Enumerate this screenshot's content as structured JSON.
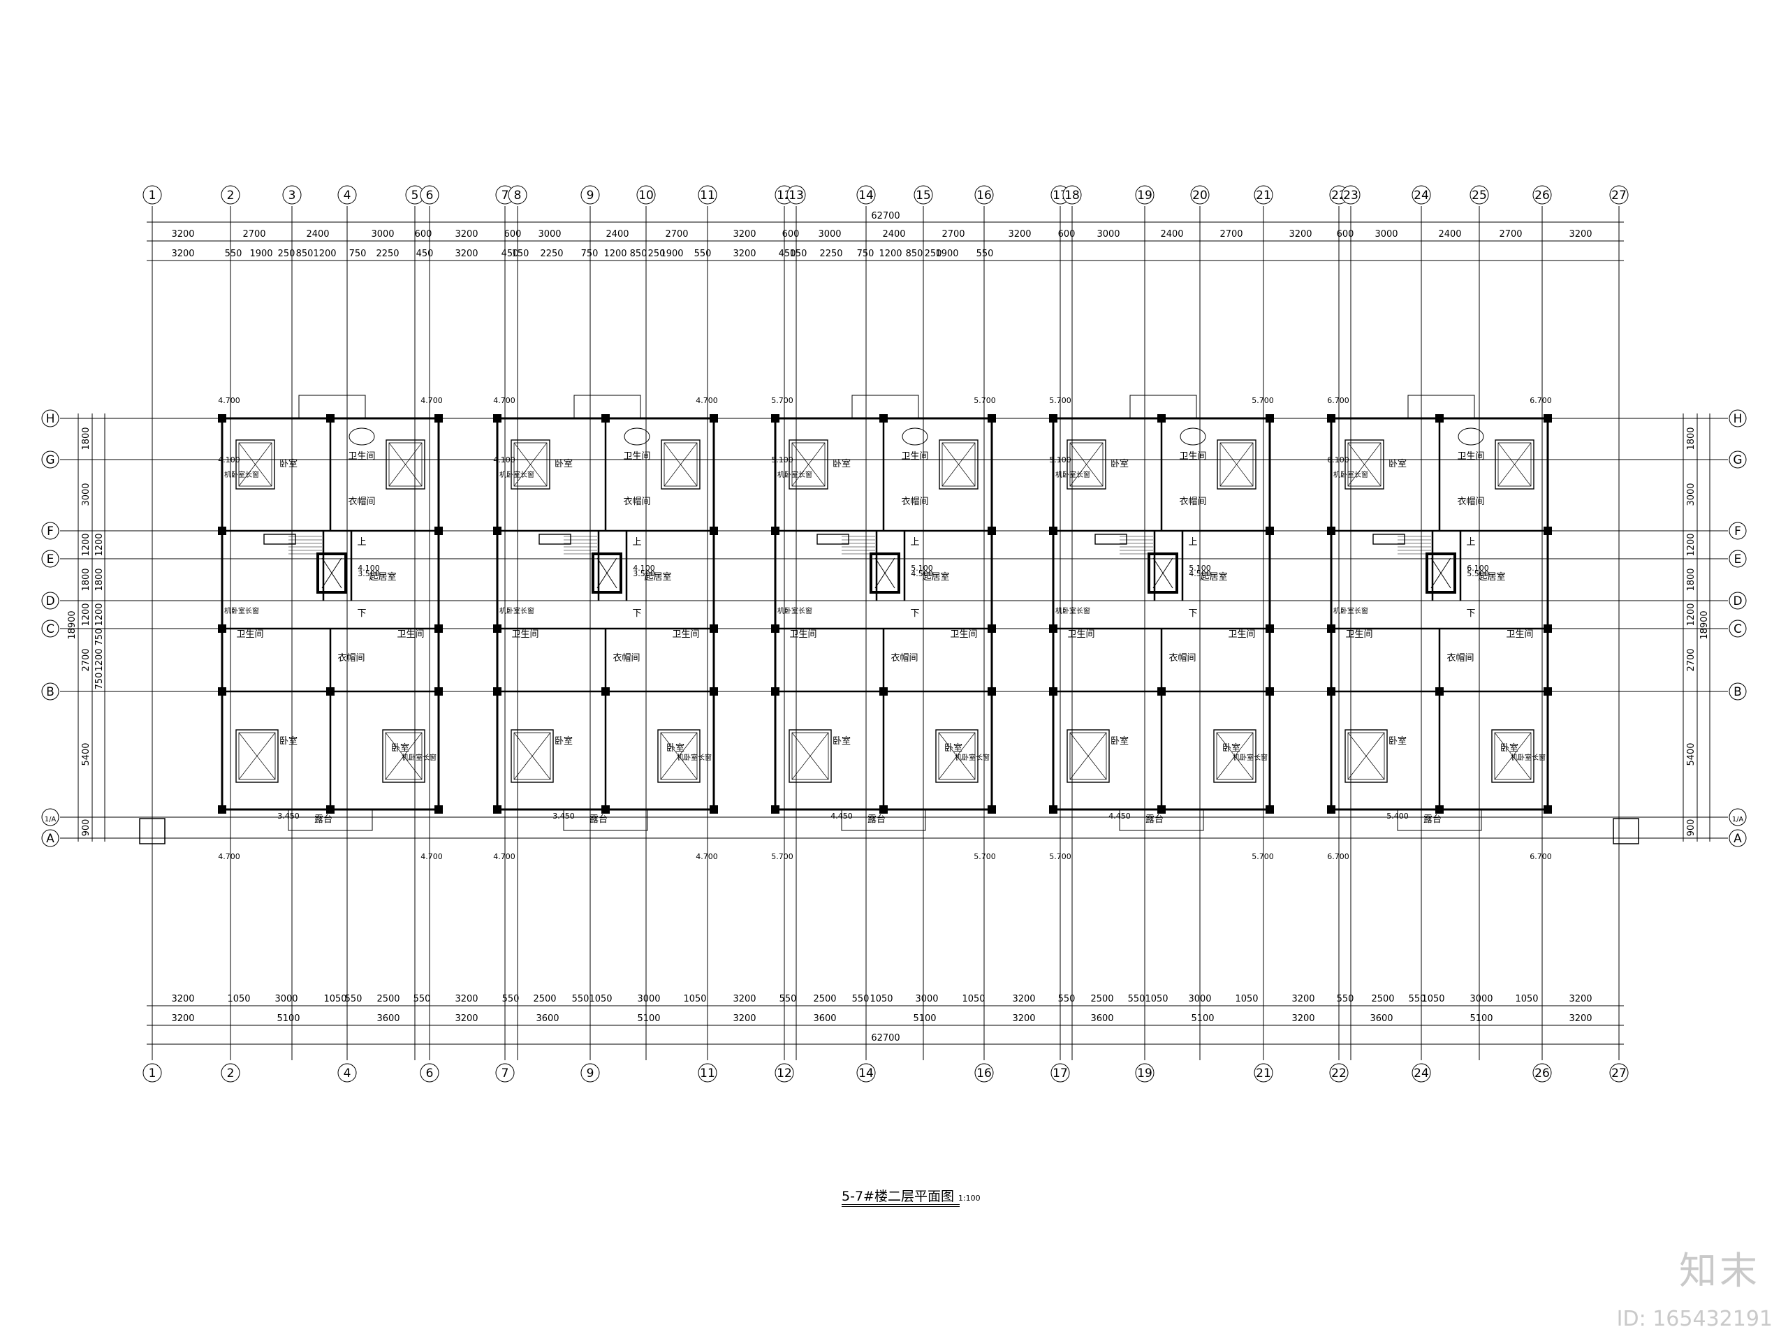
{
  "drawing": {
    "title": "5-7#楼二层平面图",
    "scale": "1:100",
    "watermark": "知末",
    "watermark_id": "ID: 165432191"
  },
  "grid_top": [
    "1",
    "2",
    "3",
    "4",
    "5",
    "6",
    "7",
    "8",
    "9",
    "10",
    "11",
    "12",
    "13",
    "14",
    "15",
    "16",
    "17",
    "18",
    "19",
    "20",
    "21",
    "22",
    "23",
    "24",
    "25",
    "26",
    "27"
  ],
  "grid_bottom": [
    "1",
    "2",
    "4",
    "6",
    "7",
    "9",
    "11",
    "12",
    "14",
    "16",
    "17",
    "19",
    "21",
    "22",
    "24",
    "26",
    "27"
  ],
  "grid_rows": [
    "H",
    "G",
    "F",
    "E",
    "D",
    "C",
    "B",
    "1/A",
    "A"
  ],
  "dims": {
    "top_total": "62700",
    "bottom_total": "62700",
    "top_row1": [
      "3200",
      "2700",
      "2400",
      "3000",
      "600",
      "3200",
      "600",
      "3000",
      "2400",
      "2700",
      "3200",
      "600",
      "3000",
      "2400",
      "2700",
      "3200",
      "600",
      "3000",
      "2400",
      "2700",
      "3200",
      "600",
      "3000",
      "2400",
      "2700",
      "3200"
    ],
    "top_row2": [
      "3200",
      "550",
      "1900",
      "250",
      "850",
      "1200",
      "750",
      "2250",
      "450",
      "3200",
      "450",
      "150",
      "2250",
      "750",
      "1200",
      "850",
      "250",
      "1900",
      "550",
      "3200",
      "450",
      "150",
      "2250",
      "750",
      "1200",
      "850",
      "250",
      "1900",
      "550",
      "3200"
    ],
    "bottom_row1": [
      "3200",
      "1050",
      "3000",
      "1050",
      "550",
      "2500",
      "550",
      "3200",
      "550",
      "2500",
      "550",
      "1050",
      "3000",
      "1050",
      "3200",
      "550",
      "2500",
      "550",
      "1050",
      "3000",
      "1050",
      "3200",
      "550",
      "2500",
      "550",
      "1050",
      "3000",
      "1050",
      "3200",
      "550",
      "2500",
      "550",
      "1050",
      "3000",
      "1050",
      "3200"
    ],
    "bottom_row2": [
      "3200",
      "5100",
      "3600",
      "3200",
      "3600",
      "5100",
      "3200",
      "3600",
      "5100",
      "3200",
      "3600",
      "5100",
      "3200",
      "3600",
      "5100",
      "3200"
    ],
    "left_row": [
      "1800",
      "3000",
      "1200",
      "1800",
      "1200",
      "2700",
      "5400",
      "900"
    ],
    "left_sub": [
      "1200",
      "1800",
      "1200",
      "750",
      "1200",
      "750"
    ],
    "left_total": "18900",
    "right_row": [
      "1800",
      "3000",
      "1200",
      "1800",
      "1200",
      "2700",
      "5400",
      "900"
    ],
    "right_total": "18900"
  },
  "rooms": {
    "bedroom": "卧室",
    "bathroom": "卫生间",
    "closet": "衣帽间",
    "living": "起居室",
    "balcony": "露台",
    "stair_up": "上",
    "stair_down": "下",
    "window_note": "机卧室长窗"
  },
  "units": [
    {
      "elev_top": "4.700",
      "elev_mid": "3.500",
      "elev_side": "4.100",
      "elev_bottom": "4.700",
      "elev_bal": "3.450"
    },
    {
      "elev_top": "4.700",
      "elev_mid": "3.500",
      "elev_side": "4.100",
      "elev_bottom": "4.700",
      "elev_bal": "3.450"
    },
    {
      "elev_top": "5.700",
      "elev_mid": "4.500",
      "elev_side": "5.100",
      "elev_bottom": "5.700",
      "elev_bal": "4.450"
    },
    {
      "elev_top": "5.700",
      "elev_mid": "4.500",
      "elev_side": "5.100",
      "elev_bottom": "5.700",
      "elev_bal": "4.450"
    },
    {
      "elev_top": "6.700",
      "elev_mid": "5.500",
      "elev_side": "6.100",
      "elev_bottom": "6.700",
      "elev_bal": "5.400"
    }
  ]
}
